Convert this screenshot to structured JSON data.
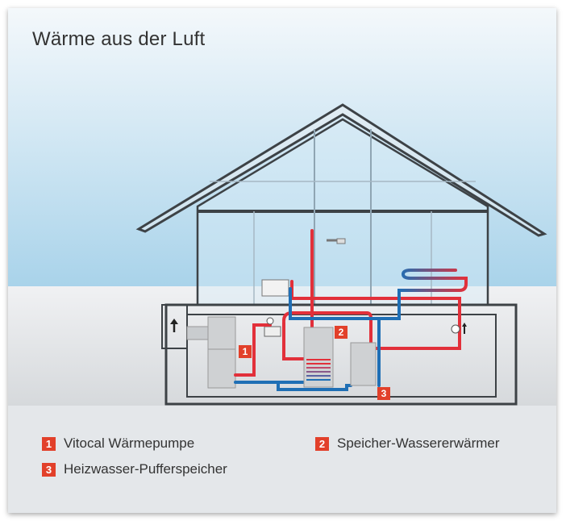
{
  "title": "Wärme aus der Luft",
  "legend": [
    {
      "number": "1",
      "label": "Vitocal Wärmepumpe"
    },
    {
      "number": "2",
      "label": "Speicher-Wassererwärmer"
    },
    {
      "number": "3",
      "label": "Heizwasser-Pufferspeicher"
    }
  ],
  "colors": {
    "hot": "#e2303a",
    "cold": "#1f6fb5",
    "badge": "#e2402a"
  }
}
